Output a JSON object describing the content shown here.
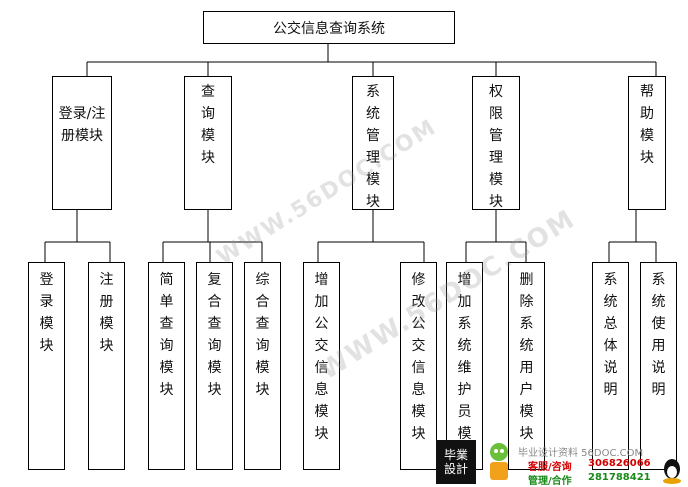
{
  "root": {
    "label": "公交信息查询系统"
  },
  "modules": [
    {
      "label": "登录/注 册模块",
      "children": [
        "登录模块",
        "注册模块"
      ]
    },
    {
      "label": "查询模块",
      "children": [
        "简单查询模块",
        "复合查询模块",
        "综合查询模块"
      ]
    },
    {
      "label": "系统管理模块",
      "children": [
        "增加公交信息模块",
        "修改公交信息模块"
      ]
    },
    {
      "label": "权限管理模块",
      "children": [
        "增加系统维护员模块",
        "删除系统用户模块"
      ]
    },
    {
      "label": "帮助模块",
      "children": [
        "系统总体说明",
        "系统使用说明"
      ]
    }
  ],
  "watermarks": [
    "WWW.56DOC.COM",
    "WWW.56DOC.COM"
  ],
  "footer": {
    "logo_text": [
      "毕業",
      "設計"
    ],
    "site_line": "毕业设计资料 56DOC.COM",
    "service_label": "客服/咨询",
    "service_number": "306826066",
    "manage_label": "管理/合作",
    "manage_number": "281788421",
    "colors": {
      "red": "#d40000",
      "green": "#1a8a1a"
    }
  }
}
